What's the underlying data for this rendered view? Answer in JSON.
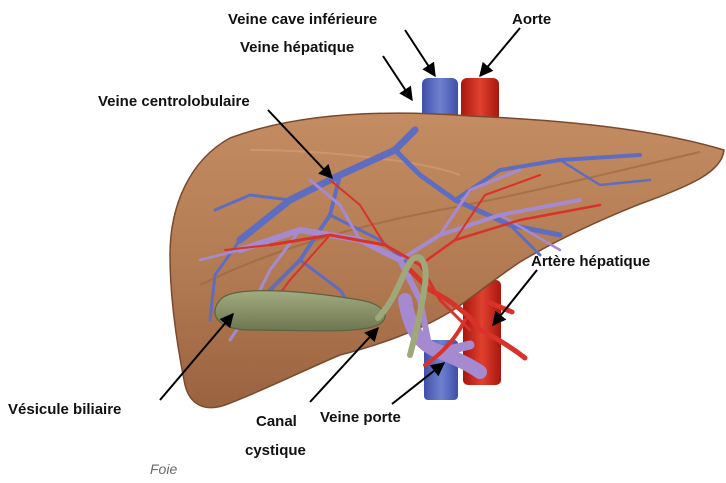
{
  "labels": {
    "veine_cave_inferieure": "Veine cave inférieure",
    "aorte": "Aorte",
    "veine_hepatique": "Veine hépatique",
    "veine_centrolobulaire": "Veine centrolobulaire",
    "artere_hepatique": "Artère hépatique",
    "vesicule_biliaire": "Vésicule biliaire",
    "canal_cystique_line1": "Canal",
    "canal_cystique_line2": "cystique",
    "veine_porte": "Veine porte"
  },
  "caption": "Foie",
  "colors": {
    "liver": "#b27a52",
    "liver_light": "#c89066",
    "liver_dark": "#8a5636",
    "vein_blue": "#5f6dc0",
    "vein_purple": "#a68ad0",
    "artery_red": "#d8322a",
    "aorta": "#c41e14",
    "gallbladder": "#8a9266",
    "cystic_duct": "#9fa878",
    "arrow": "#000000"
  }
}
